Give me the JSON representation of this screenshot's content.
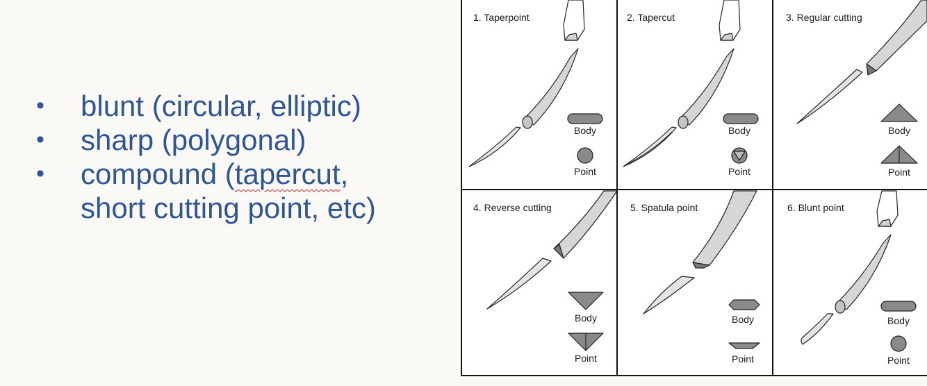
{
  "bullets": [
    {
      "pre": "blunt (circular, elliptic)",
      "mark": "",
      "post": ""
    },
    {
      "pre": "sharp (polygonal)",
      "mark": "",
      "post": ""
    },
    {
      "pre": "compound (",
      "mark": "tapercut",
      "post": ","
    },
    {
      "pre": "short cutting point, etc)",
      "mark": "",
      "post": ""
    }
  ],
  "bullet_glyph": "•",
  "panels": [
    {
      "title": "1. Taperpoint",
      "body_label": "Body",
      "point_label": "Point"
    },
    {
      "title": "2. Tapercut",
      "body_label": "Body",
      "point_label": "Point"
    },
    {
      "title": "3. Regular cutting",
      "body_label": "Body",
      "point_label": "Point"
    },
    {
      "title": "4. Reverse cutting",
      "body_label": "Body",
      "point_label": "Point"
    },
    {
      "title": "5. Spatula point",
      "body_label": "Body",
      "point_label": "Point"
    },
    {
      "title": "6. Blunt point",
      "body_label": "Body",
      "point_label": "Point"
    }
  ],
  "colors": {
    "text": "#2f5597",
    "grid": "#111111",
    "needle_fill": "#d6d6d6",
    "glyph_fill": "#8a8a8a",
    "spellcheck": "#d42020"
  }
}
